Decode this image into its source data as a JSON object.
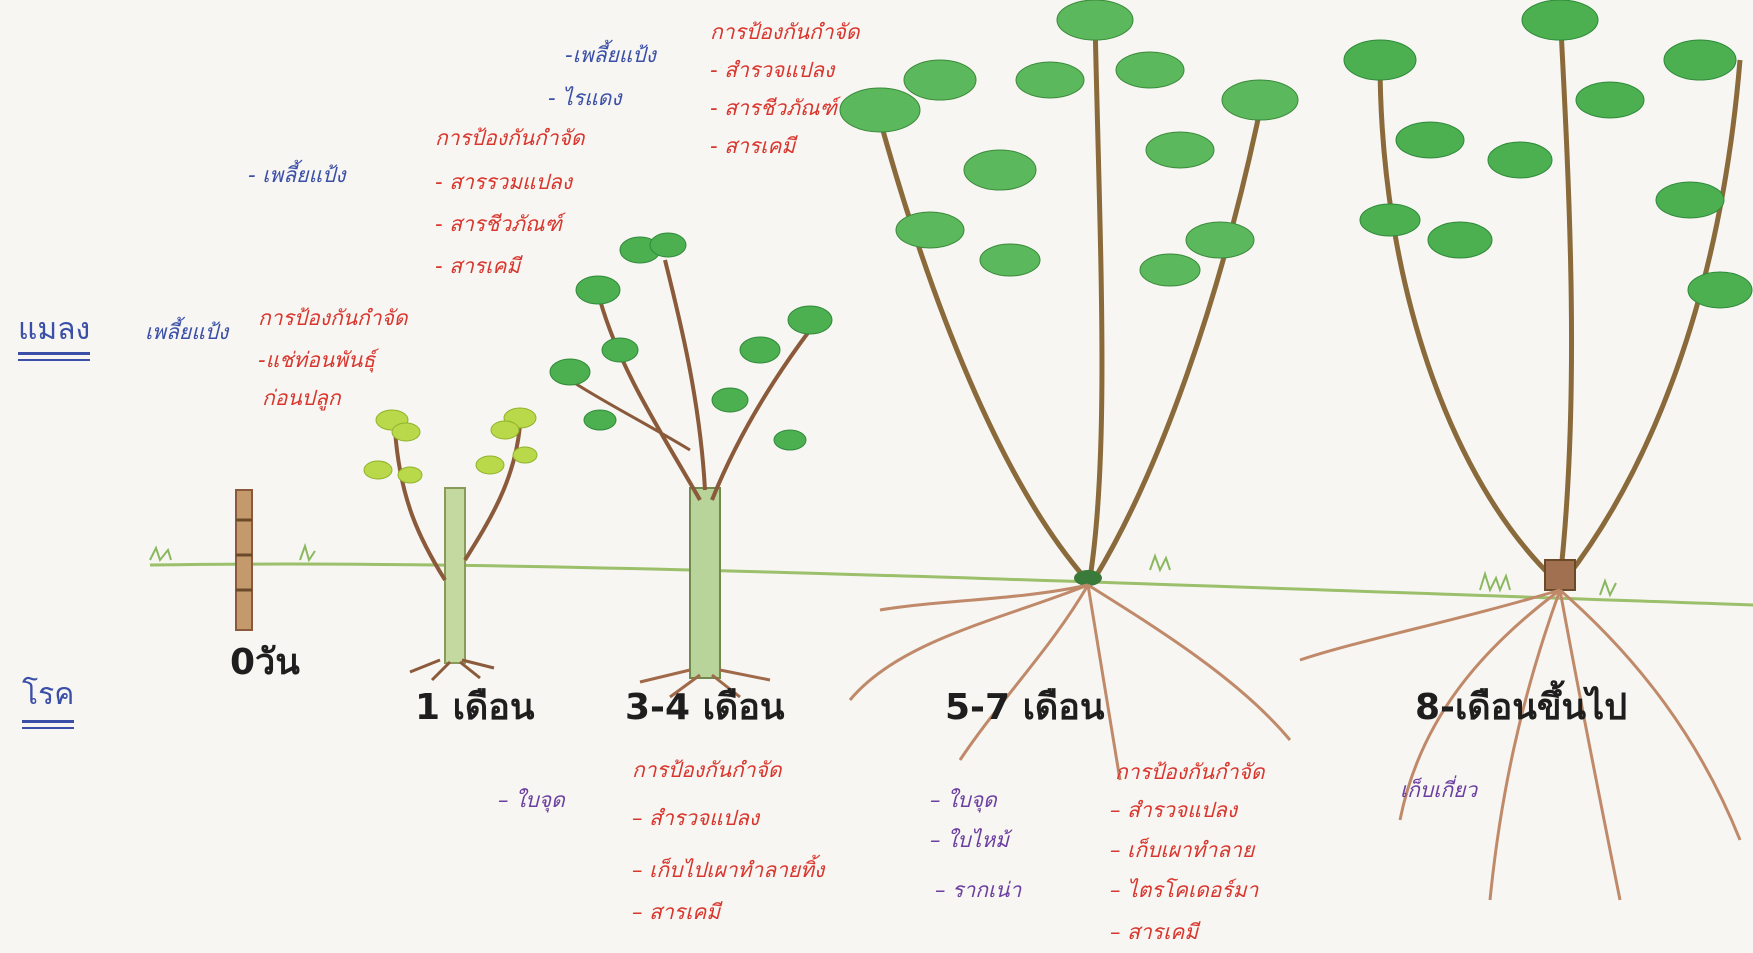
{
  "row_labels": {
    "insects": "แมลง",
    "disease": "โรค"
  },
  "stages": [
    {
      "label": "0วัน"
    },
    {
      "label": "1 เดือน"
    },
    {
      "label": "3-4 เดือน"
    },
    {
      "label": "5-7 เดือน"
    },
    {
      "label": "8-เดือนขึ้นไป"
    }
  ],
  "insects": {
    "stage0": {
      "pest": "เพลี้ยแป้ง",
      "control_title": "การป้องกันกำจัด",
      "controls": [
        "-แช่ท่อนพันธุ์",
        "ก่อนปลูก"
      ]
    },
    "stage1": {
      "pest": "- เพลี้ยแป้ง",
      "control_title": "การป้องกันกำจัด",
      "controls": [
        "- สารรวมแปลง",
        "- สารชีวภัณฑ์",
        "- สารเคมี"
      ]
    },
    "stage2": {
      "pests": [
        "-เพลี้ยแป้ง",
        "- ไรแดง"
      ],
      "control_title": "การป้องกันกำจัด",
      "controls": [
        "- สำรวจแปลง",
        "- สารชีวภัณฑ์",
        "- สารเคมี"
      ]
    }
  },
  "diseases": {
    "stage34": {
      "disease": "– ใบจุด",
      "control_title": "การป้องกันกำจัด",
      "controls": [
        "– สำรวจแปลง",
        "– เก็บไปเผาทำลายทิ้ง",
        "– สารเคมี"
      ]
    },
    "stage57": {
      "diseases": [
        "– ใบจุด",
        "– ใบไหม้",
        "– รากเน่า"
      ],
      "control_title": "การป้องกันกำจัด",
      "controls": [
        "– สำรวจแปลง",
        "– เก็บเผาทำลาย",
        "– ไตรโคเดอร์มา",
        "– สารเคมี"
      ]
    },
    "stage8": {
      "note": "เก็บเกี่ยว"
    }
  },
  "colors": {
    "pest_text": "#3b4fa8",
    "control_text": "#d9362e",
    "disease_text": "#6b3fa0",
    "stage_text": "#1e1e1e",
    "leaf_young": "#a9cf3b",
    "leaf": "#3fa54a",
    "stem": "#8a5a3a",
    "root": "#b57a58",
    "ground": "#9bbf6a"
  }
}
